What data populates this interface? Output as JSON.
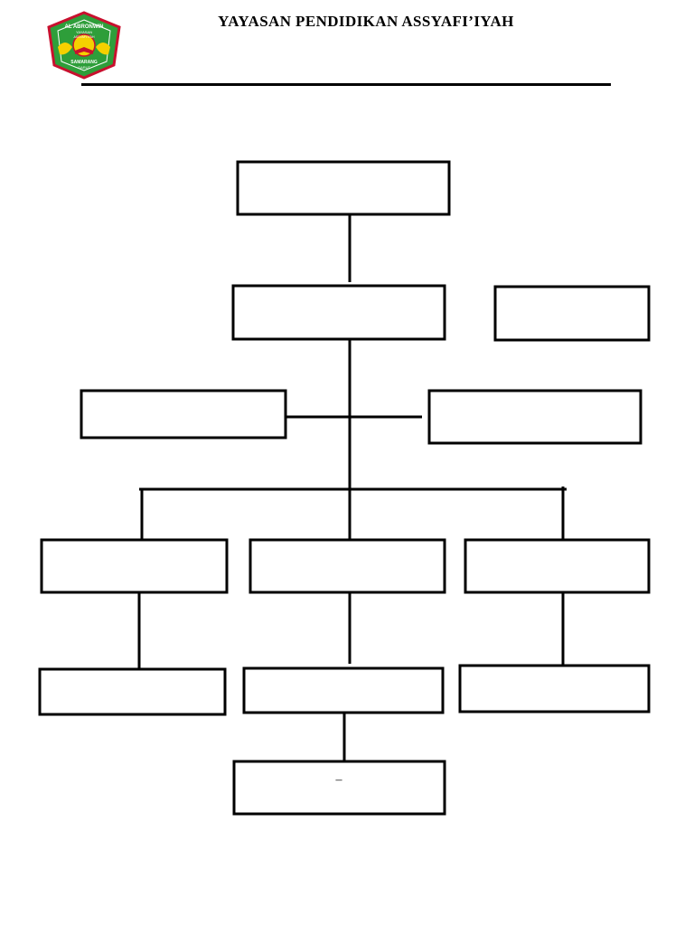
{
  "header": {
    "title": "YAYASAN PENDIDIKAN ASSYAFI’IYAH",
    "logo": {
      "top_text": "AL ABRONWIN",
      "mid_text": "YAYASAN",
      "sub_text": "ASSYAFI'IYAH",
      "bottom_text": "SAMARANG",
      "bottom_text_2": "GARUT",
      "colors": {
        "shield": "#2e9e3a",
        "border": "#c8102e",
        "emblem": "#f5d000"
      }
    }
  },
  "org_chart": {
    "boxes": [
      {
        "id": "top",
        "label": ""
      },
      {
        "id": "level2",
        "label": ""
      },
      {
        "id": "level2-right",
        "label": ""
      },
      {
        "id": "level3-left",
        "label": ""
      },
      {
        "id": "level3-right",
        "label": ""
      },
      {
        "id": "level4-left",
        "label": ""
      },
      {
        "id": "level4-center",
        "label": ""
      },
      {
        "id": "level4-right",
        "label": ""
      },
      {
        "id": "level5-left",
        "label": ""
      },
      {
        "id": "level5-center",
        "label": ""
      },
      {
        "id": "level5-right",
        "label": ""
      },
      {
        "id": "level6-center",
        "label": "–"
      }
    ]
  }
}
